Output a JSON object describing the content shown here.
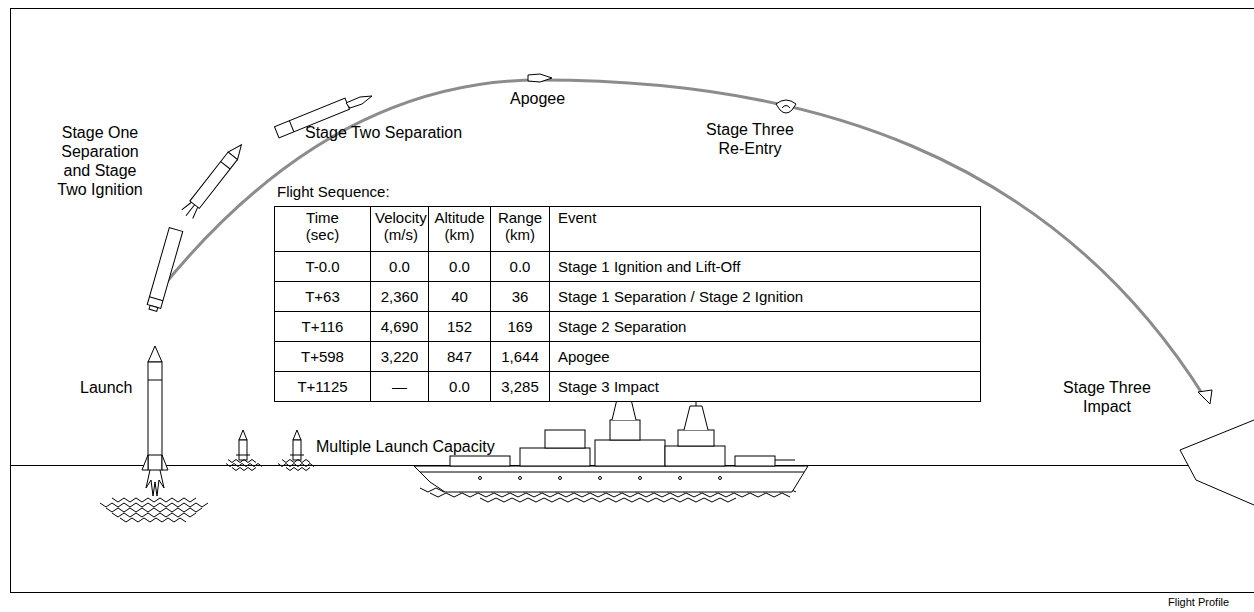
{
  "diagram": {
    "caption": "Flight Profile",
    "labels": [
      "Stage One Separation and Stage Two Ignition",
      "Stage Two Separation",
      "Apogee",
      "Stage Three Re-Entry",
      "Flight Sequence:",
      "Time (sec)",
      "Velocity (m/s)",
      "Altitude (km)",
      "Range (km)",
      "Event",
      "T-0.0",
      "0.0",
      "0.0",
      "0.0",
      "Stage 1 Ignition and Lift-Off",
      "T+63",
      "2,360",
      "40",
      "36",
      "Stage 1 Separation / Stage 2 Ignition",
      "T+116",
      "4,690",
      "152",
      "169",
      "Stage 2 Separation",
      "T+598",
      "3,220",
      "847",
      "1,644",
      "Apogee",
      "T+1125",
      "—",
      "0.0",
      "3,285",
      "Stage 3 Impact",
      "Launch",
      "Multiple Launch Capacity",
      "Stage Three Impact"
    ]
  }
}
